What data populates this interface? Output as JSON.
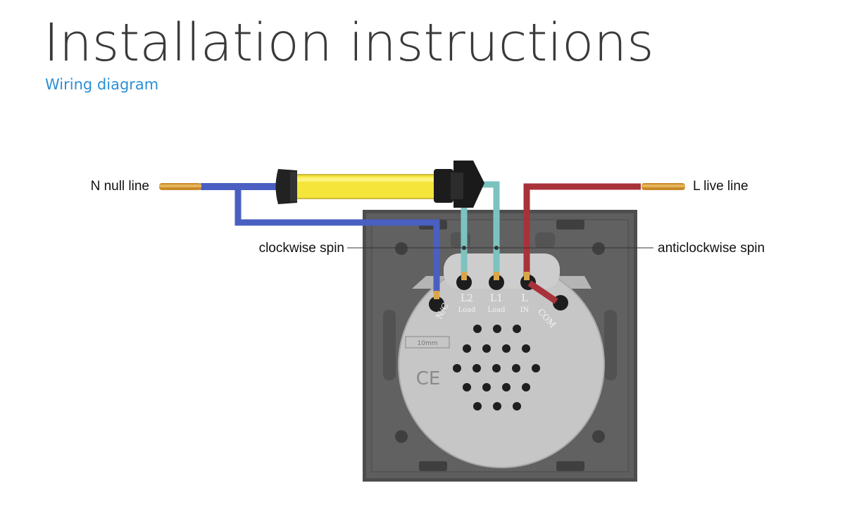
{
  "title": "Installation instructions",
  "subtitle": "Wiring diagram",
  "labels": {
    "null_line": "N null line",
    "live_line": "L live line",
    "clockwise": "clockwise spin",
    "anticlockwise": "anticlockwise spin"
  },
  "terminals": {
    "nc": "N/C",
    "l2": "L2",
    "l2_sub": "Load",
    "l1": "L1",
    "l1_sub": "Load",
    "l": "L",
    "l_sub": "IN",
    "com": "COM"
  },
  "module": {
    "scale": "10mm",
    "ce": "CE"
  },
  "colors": {
    "neutral_wire": "#4a5fc1",
    "load_wire": "#7cc3c0",
    "live_wire": "#a8323a",
    "motor_body": "#f5e53b",
    "panel": "#5a5a5a",
    "module": "#c9c9c9",
    "title_accent": "#2b8fd6"
  }
}
